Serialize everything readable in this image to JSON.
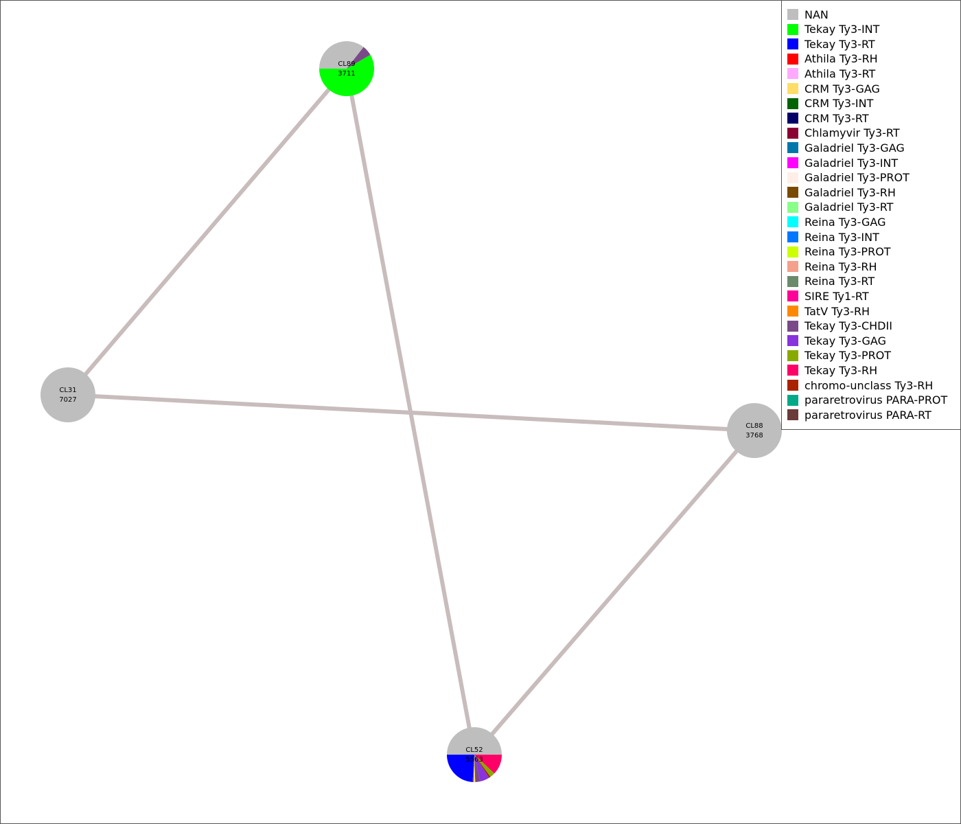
{
  "nodes": [
    {
      "id": "CL89",
      "count": "3711"
    },
    {
      "id": "CL31",
      "count": "7027"
    },
    {
      "id": "CL88",
      "count": "3768"
    },
    {
      "id": "CL52",
      "count": "5563"
    }
  ],
  "edges": [
    {
      "from": "CL89",
      "to": "CL31"
    },
    {
      "from": "CL89",
      "to": "CL52"
    },
    {
      "from": "CL31",
      "to": "CL88"
    },
    {
      "from": "CL88",
      "to": "CL52"
    }
  ],
  "edge_color": "#c8bcbc",
  "pie_slices": {
    "CL89": [
      {
        "class": "NAN",
        "fraction": 0.356
      },
      {
        "class": "Tekay Ty3-CHDII",
        "fraction": 0.06
      },
      {
        "class": "Tekay Ty3-INT",
        "fraction": 0.584
      }
    ],
    "CL31": [
      {
        "class": "NAN",
        "fraction": 1.0
      }
    ],
    "CL88": [
      {
        "class": "NAN",
        "fraction": 1.0
      }
    ],
    "CL52": [
      {
        "class": "NAN",
        "fraction": 0.5
      },
      {
        "class": "Tekay Ty3-RH",
        "fraction": 0.12
      },
      {
        "class": "Tekay Ty3-PROT",
        "fraction": 0.03
      },
      {
        "class": "chromo-unclass Ty3-RH",
        "fraction": 0.01
      },
      {
        "class": "Tekay Ty3-GAG",
        "fraction": 0.055
      },
      {
        "class": "Tekay Ty3-CHDII",
        "fraction": 0.03
      },
      {
        "class": "CRM Ty3-GAG",
        "fraction": 0.01
      },
      {
        "class": "pararetrovirus PARA-RT",
        "fraction": 0.005
      },
      {
        "class": "Tekay Ty3-RT",
        "fraction": 0.24
      }
    ]
  },
  "legend": [
    {
      "label": "NAN",
      "color": "#bebebe"
    },
    {
      "label": "Tekay Ty3-INT",
      "color": "#00ff00"
    },
    {
      "label": "Tekay Ty3-RT",
      "color": "#0000ff"
    },
    {
      "label": "Athila Ty3-RH",
      "color": "#ff0000"
    },
    {
      "label": "Athila Ty3-RT",
      "color": "#ffaaff"
    },
    {
      "label": "CRM Ty3-GAG",
      "color": "#ffdd66"
    },
    {
      "label": "CRM Ty3-INT",
      "color": "#006400"
    },
    {
      "label": "CRM Ty3-RT",
      "color": "#000066"
    },
    {
      "label": "Chlamyvir Ty3-RT",
      "color": "#8b0033"
    },
    {
      "label": "Galadriel Ty3-GAG",
      "color": "#0077aa"
    },
    {
      "label": "Galadriel Ty3-INT",
      "color": "#ff00ff"
    },
    {
      "label": "Galadriel Ty3-PROT",
      "color": "#ffeee8"
    },
    {
      "label": "Galadriel Ty3-RH",
      "color": "#7a4a00"
    },
    {
      "label": "Galadriel Ty3-RT",
      "color": "#88ff88"
    },
    {
      "label": "Reina Ty3-GAG",
      "color": "#00ffff"
    },
    {
      "label": "Reina Ty3-INT",
      "color": "#0077ff"
    },
    {
      "label": "Reina Ty3-PROT",
      "color": "#ccff00"
    },
    {
      "label": "Reina Ty3-RH",
      "color": "#f4a08a"
    },
    {
      "label": "Reina Ty3-RT",
      "color": "#6b8b6b"
    },
    {
      "label": "SIRE Ty1-RT",
      "color": "#ff0099"
    },
    {
      "label": "TatV Ty3-RH",
      "color": "#ff8800"
    },
    {
      "label": "Tekay Ty3-CHDII",
      "color": "#7a4a88"
    },
    {
      "label": "Tekay Ty3-GAG",
      "color": "#8833dd"
    },
    {
      "label": "Tekay Ty3-PROT",
      "color": "#88aa00"
    },
    {
      "label": "Tekay Ty3-RH",
      "color": "#ff0066"
    },
    {
      "label": "chromo-unclass Ty3-RH",
      "color": "#aa2200"
    },
    {
      "label": "pararetrovirus PARA-PROT",
      "color": "#00aa88"
    },
    {
      "label": "pararetrovirus PARA-RT",
      "color": "#6b3a3a"
    }
  ]
}
